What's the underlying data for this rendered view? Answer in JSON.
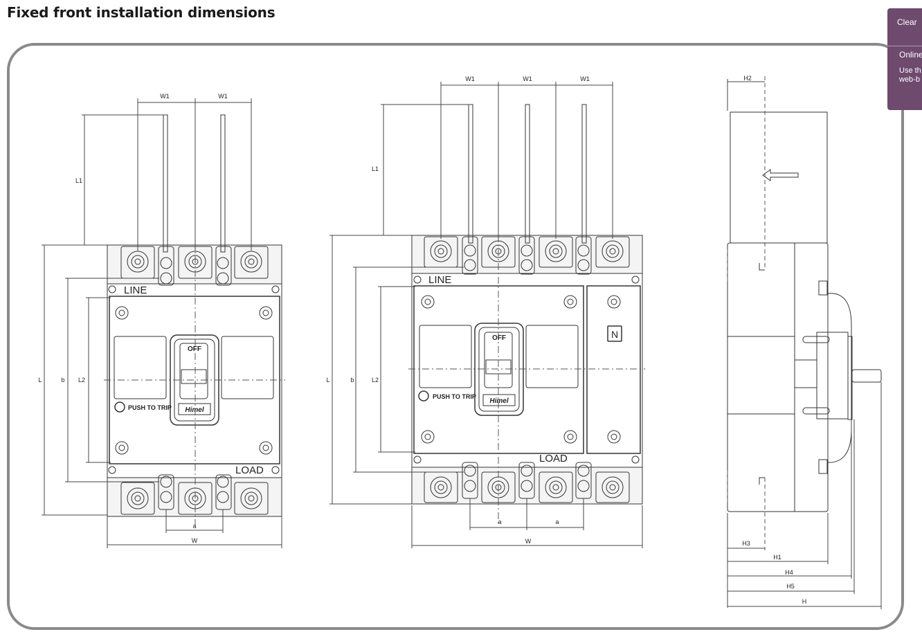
{
  "page": {
    "title": "Fixed front installation dimensions"
  },
  "side_panel": {
    "clear_label": "Clear",
    "online_label": "Online",
    "use_line1": "Use th",
    "use_line2": "web-b"
  },
  "diagram": {
    "terminal_labels": {
      "line": "LINE",
      "load": "LOAD",
      "neutral": "N"
    },
    "switch": {
      "off_label": "OFF",
      "push_to_trip": "PUSH TO TRIP",
      "brand": "Himel"
    },
    "dimension_labels": {
      "W1": "W1",
      "L1": "L1",
      "L": "L",
      "b": "b",
      "L2": "L2",
      "a": "a",
      "W": "W",
      "H": "H",
      "H1": "H1",
      "H2": "H2",
      "H3": "H3",
      "H4": "H4",
      "H5": "H5"
    }
  }
}
